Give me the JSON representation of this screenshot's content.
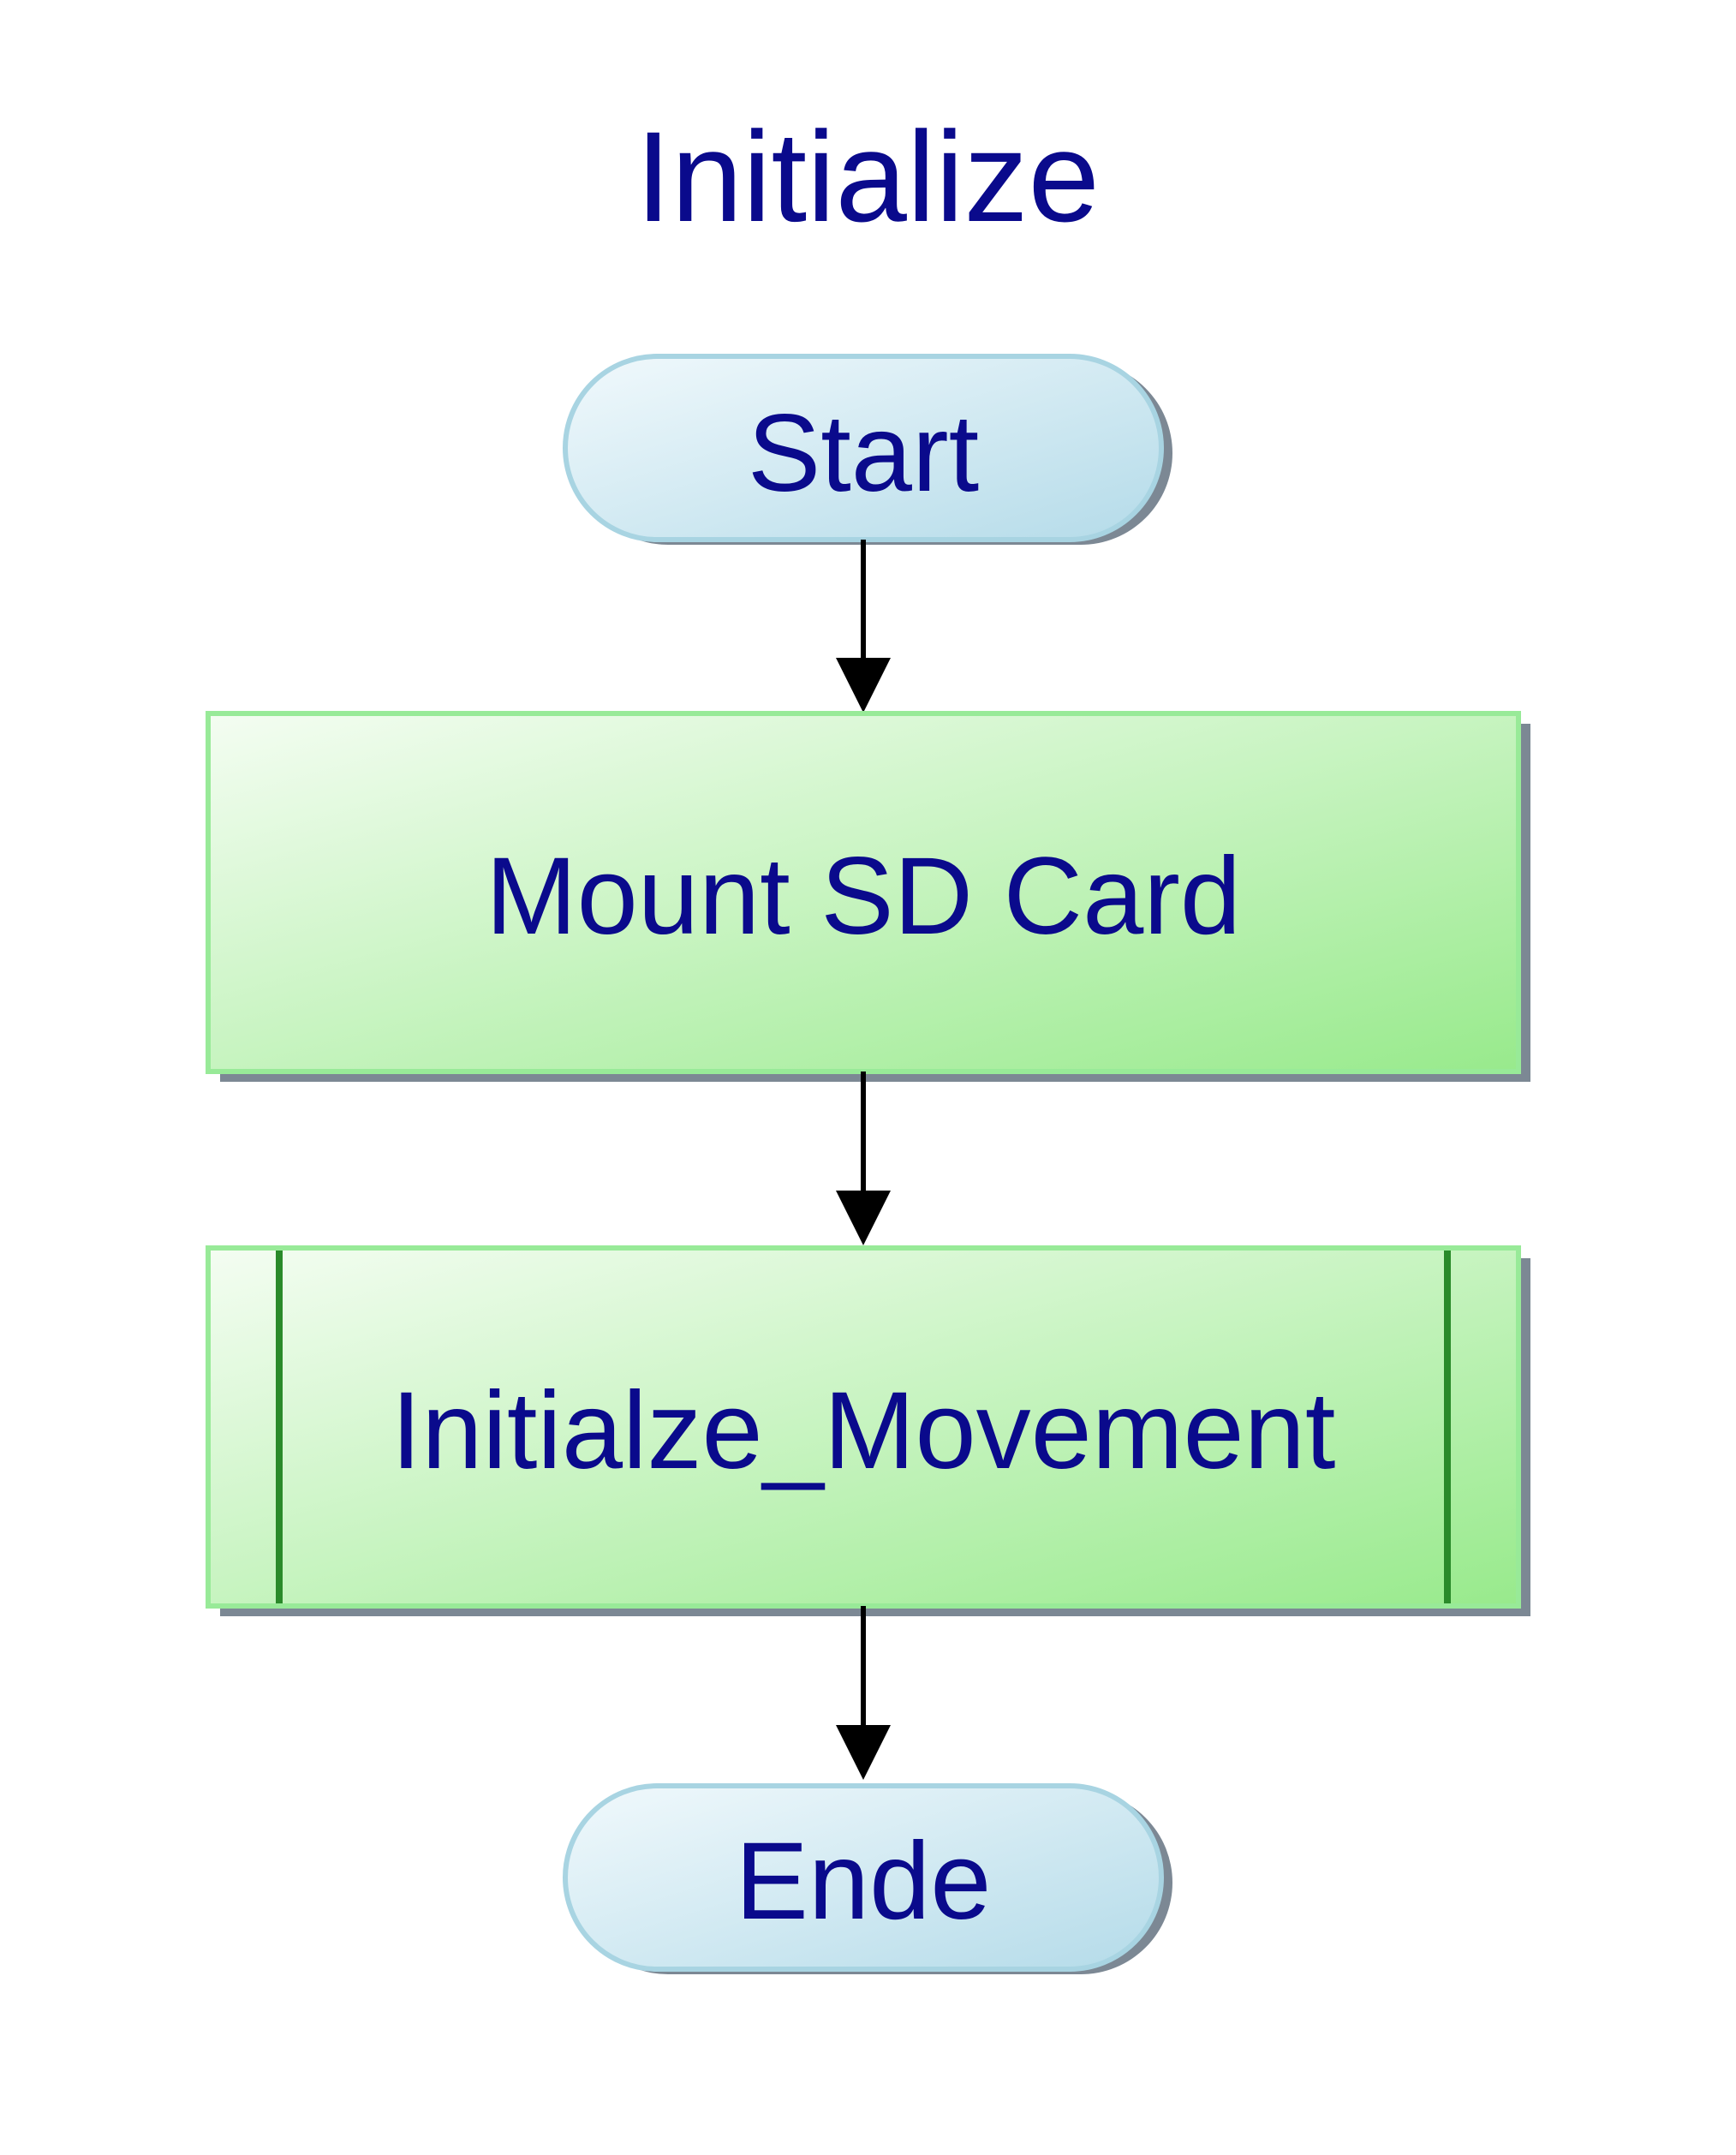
{
  "diagram": {
    "title": "Initialize",
    "nodes": {
      "start": {
        "label": "Start",
        "shape": "terminator"
      },
      "mount": {
        "label": "Mount SD Card",
        "shape": "process"
      },
      "init_movement": {
        "label": "Initialze_Movement",
        "shape": "predefined-process"
      },
      "end": {
        "label": "Ende",
        "shape": "terminator"
      }
    },
    "edges": [
      {
        "from": "start",
        "to": "mount"
      },
      {
        "from": "mount",
        "to": "init_movement"
      },
      {
        "from": "init_movement",
        "to": "end"
      }
    ],
    "colors": {
      "text": "#0a0a8c",
      "terminator_border": "#a8d4e2",
      "terminator_fill_light": "#f1f9fc",
      "terminator_fill_dark": "#b4dbe9",
      "process_border": "#98ea98",
      "process_fill_light": "#f4fdf2",
      "process_fill_dark": "#98ea8c",
      "predefined_bar": "#2a8a2a",
      "shadow": "#7c8894",
      "arrow": "#000000"
    }
  }
}
